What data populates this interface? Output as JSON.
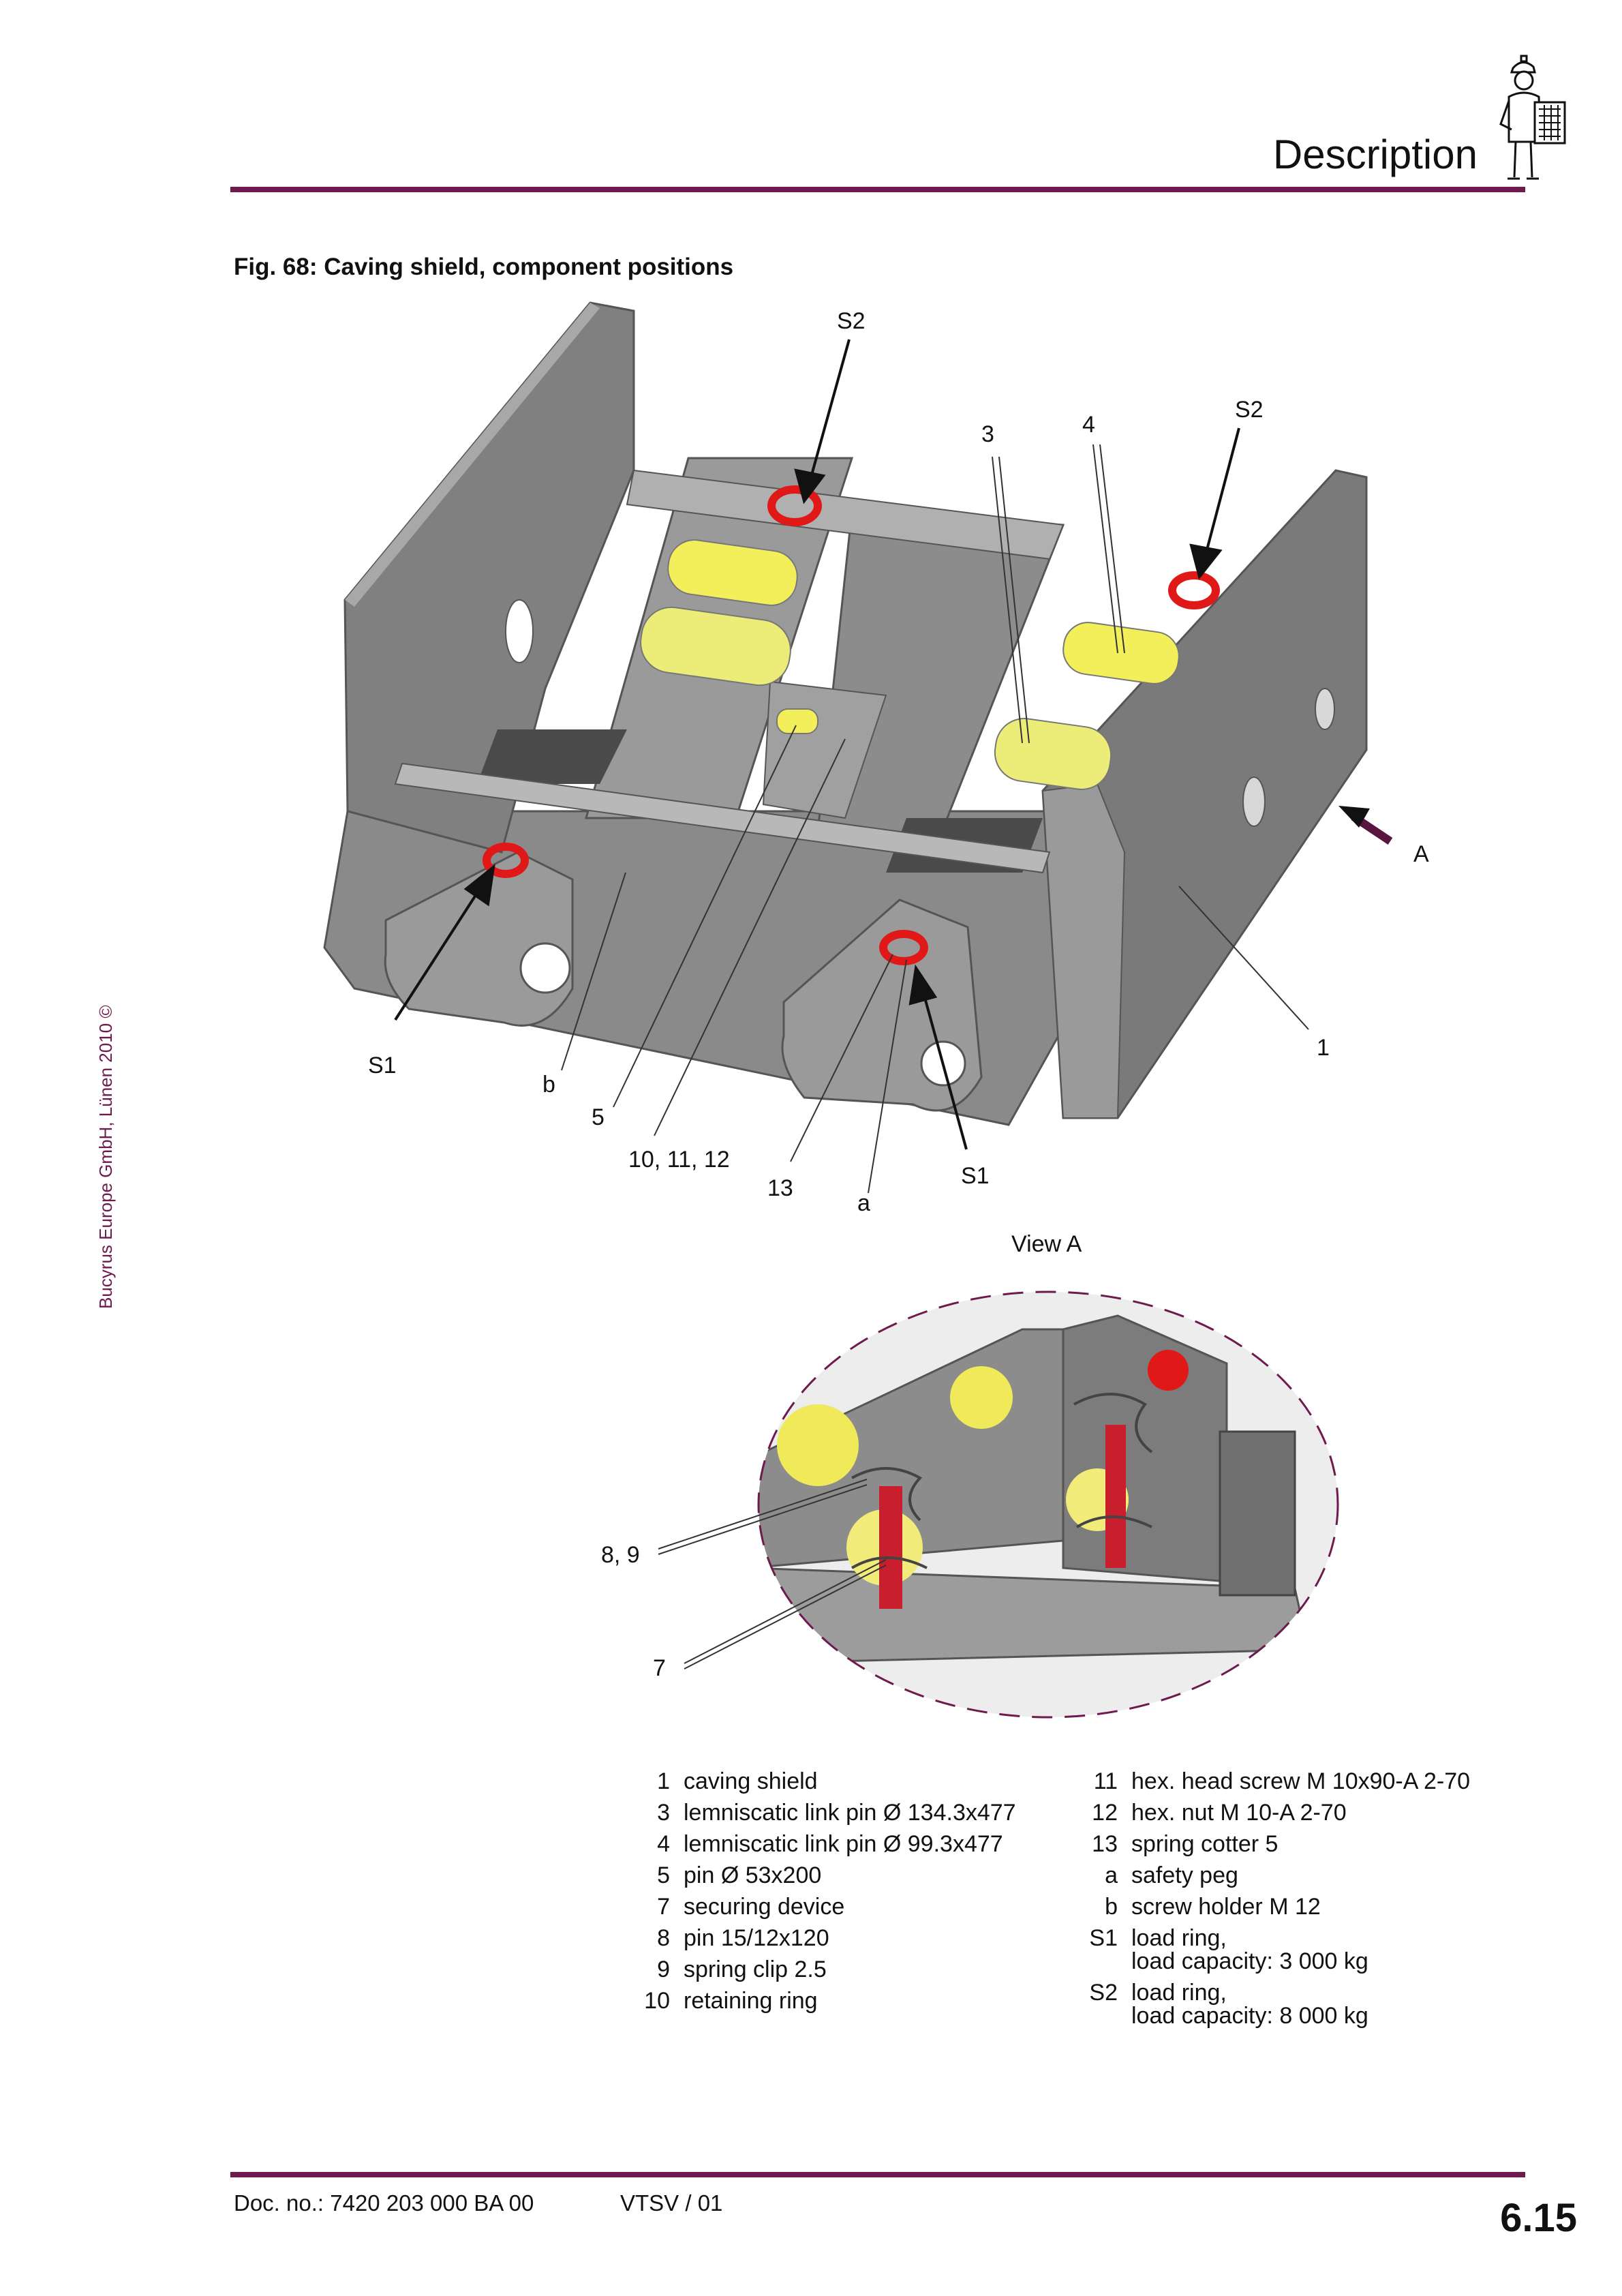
{
  "header": {
    "title": "Description",
    "icon": "technician-clipboard-icon"
  },
  "figure": {
    "caption": "Fig. 68:  Caving shield, component positions",
    "view_label": "View A",
    "callouts": {
      "s2_top": "S2",
      "s2_right": "S2",
      "c3": "3",
      "c4": "4",
      "cA": "A",
      "c1": "1",
      "s1_left": "S1",
      "cb": "b",
      "c5": "5",
      "c10_12": "10, 11, 12",
      "c13": "13",
      "ca": "a",
      "s1_right": "S1",
      "c8_9": "8, 9",
      "c7": "7"
    }
  },
  "legend": {
    "left": [
      {
        "num": "1",
        "text": "caving shield"
      },
      {
        "num": "3",
        "text": "lemniscatic link pin Ø 134.3x477"
      },
      {
        "num": "4",
        "text": "lemniscatic link pin Ø 99.3x477"
      },
      {
        "num": "5",
        "text": "pin Ø 53x200"
      },
      {
        "num": "7",
        "text": "securing device"
      },
      {
        "num": "8",
        "text": "pin 15/12x120"
      },
      {
        "num": "9",
        "text": "spring clip 2.5"
      },
      {
        "num": "10",
        "text": "retaining ring"
      }
    ],
    "right": [
      {
        "num": "11",
        "text": "hex. head screw M 10x90-A 2-70"
      },
      {
        "num": "12",
        "text": "hex. nut M 10-A 2-70"
      },
      {
        "num": "13",
        "text": "spring cotter 5"
      },
      {
        "num": "a",
        "text": "safety peg"
      },
      {
        "num": "b",
        "text": "screw holder M 12"
      },
      {
        "num": "S1",
        "text": "load ring,\nload capacity: 3 000 kg"
      },
      {
        "num": "S2",
        "text": "load ring,\nload capacity: 8 000 kg"
      }
    ]
  },
  "copyright": "Bucyrus Europe GmbH, Lünen 2010 ©",
  "footer": {
    "doc_no": "Doc. no.: 7420 203 000 BA 00",
    "revision": "VTSV / 01",
    "page": "6.15"
  }
}
